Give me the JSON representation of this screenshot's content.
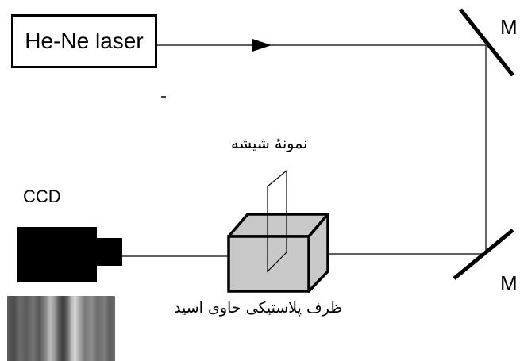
{
  "laser": {
    "label": "He-Ne laser"
  },
  "mirrors": {
    "top_label": "M",
    "bottom_label": "M"
  },
  "ccd": {
    "label": "CCD"
  },
  "sample": {
    "label": "نمونهٔ شیشه"
  },
  "container": {
    "label": "ظرف پلاستیکی حاوی اسید"
  },
  "colors": {
    "line": "#000000",
    "container_fill": "#c8c8c8",
    "background": "#ffffff"
  }
}
